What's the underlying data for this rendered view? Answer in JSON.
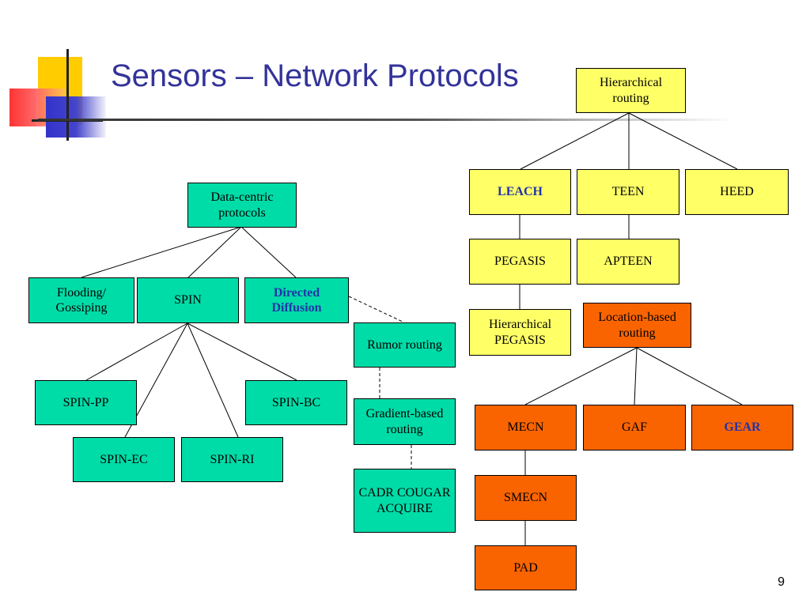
{
  "slide": {
    "title": "Sensors – Network Protocols",
    "page_number": "9"
  },
  "nodes": {
    "data_centric": "Data-centric protocols",
    "flooding": "Flooding/ Gossiping",
    "spin": "SPIN",
    "directed_diffusion": "Directed Diffusion",
    "rumor_routing": "Rumor routing",
    "gradient_routing": "Gradient-based routing",
    "cadr": "CADR COUGAR ACQUIRE",
    "spin_pp": "SPIN-PP",
    "spin_bc": "SPIN-BC",
    "spin_ec": "SPIN-EC",
    "spin_ri": "SPIN-RI",
    "hierarchical": "Hierarchical routing",
    "leach": "LEACH",
    "teen": "TEEN",
    "heed": "HEED",
    "pegasis": "PEGASIS",
    "apteen": "APTEEN",
    "hier_pegasis": "Hierarchical PEGASIS",
    "location": "Location-based routing",
    "mecn": "MECN",
    "gaf": "GAF",
    "gear": "GEAR",
    "smecn": "SMECN",
    "pad": "PAD"
  },
  "colors": {
    "data_centric_fill": "#00dca8",
    "hierarchical_fill": "#ffff66",
    "location_fill": "#fa6400",
    "title_color": "#33339a",
    "highlight_text": "#2233aa"
  }
}
